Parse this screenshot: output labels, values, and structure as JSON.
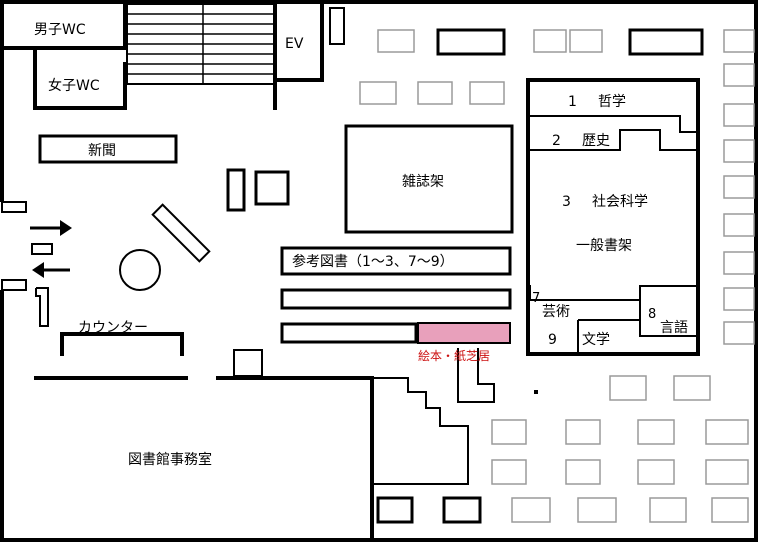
{
  "labels": {
    "mens_wc": "男子WC",
    "womens_wc": "女子WC",
    "elevator": "EV",
    "newspapers": "新聞",
    "magazine_rack": "雑誌架",
    "reference_books": "参考図書（1〜3、7〜9）",
    "picture_books": "絵本・紙芝居",
    "counter": "カウンター",
    "library_office": "図書館事務室",
    "general_shelves": "一般書架",
    "categories": {
      "c1_num": "1",
      "c1": "哲学",
      "c2_num": "2",
      "c2": "歴史",
      "c3_num": "3",
      "c3": "社会科学",
      "c7_num": "7",
      "c7": "芸術",
      "c8_num": "8",
      "c8": "言語",
      "c9_num": "9",
      "c9": "文学"
    }
  },
  "colors": {
    "picture_books_fill": "#e8a0bb",
    "picture_books_label": "#cc1111",
    "table_border": "#9a9a9a"
  }
}
